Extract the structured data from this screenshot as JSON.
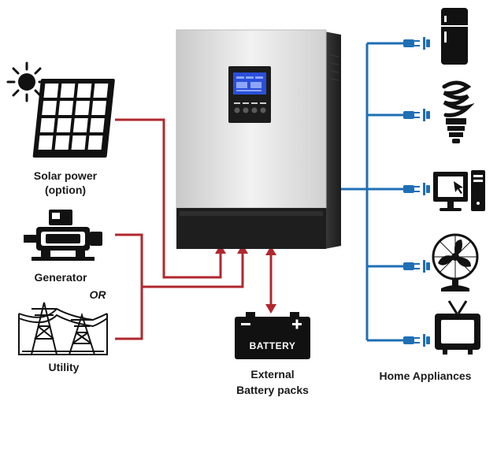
{
  "labels": {
    "solar_line1": "Solar power",
    "solar_line2": "(option)",
    "generator": "Generator",
    "or": "OR",
    "utility": "Utility",
    "battery": "BATTERY",
    "external_line1": "External",
    "external_line2": "Battery packs",
    "home_appliances": "Home Appliances"
  },
  "colors": {
    "ac_input_line": "#b0282e",
    "dc_battery_line": "#b0282e",
    "output_line": "#1f6fb5",
    "inverter_body": "#d8d8d8",
    "inverter_side": "#2c2c2c",
    "lcd": "#2b4fd8"
  },
  "icons": [
    "sun-icon",
    "solar-panel-icon",
    "generator-icon",
    "utility-tower-icon",
    "battery-icon",
    "fridge-icon",
    "lightbulb-icon",
    "computer-icon",
    "fan-icon",
    "tv-icon",
    "plug-icon"
  ]
}
